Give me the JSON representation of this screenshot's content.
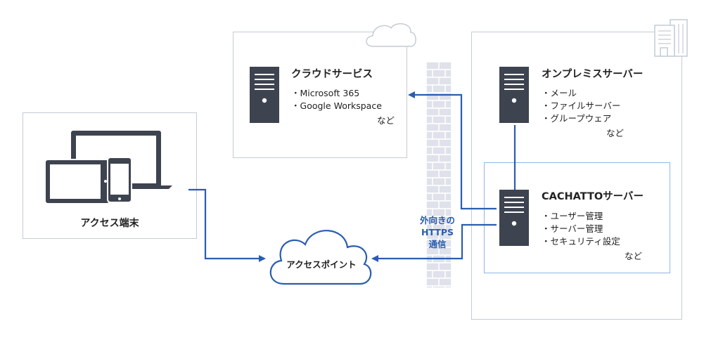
{
  "cloud_services": {
    "title": "クラウドサービス",
    "items": [
      "Microsoft 365",
      "Google Workspace"
    ],
    "etc": "など"
  },
  "onprem_server": {
    "title": "オンプレミスサーバー",
    "items": [
      "メール",
      "ファイルサーバー",
      "グループウェア"
    ],
    "etc": "など"
  },
  "cachatto_server": {
    "title": "CACHATTOサーバー",
    "items": [
      "ユーザー管理",
      "サーバー管理",
      "セキュリティ設定"
    ],
    "etc": "など"
  },
  "access_terminal": {
    "label": "アクセス端末"
  },
  "access_point": {
    "label": "アクセスポイント"
  },
  "https_label": [
    "外向きの",
    "HTTPS",
    "通信"
  ],
  "colors": {
    "arrow": "#2a5db0",
    "server": "#3e4350",
    "box_border": "#c4ccd6",
    "cachatto_border": "#8fb6e6",
    "firewall": "#dfe2eb"
  },
  "icons": [
    "server-icon",
    "cloud-icon",
    "building-icon",
    "laptop-icon",
    "tablet-icon",
    "smartphone-icon",
    "firewall-icon"
  ]
}
